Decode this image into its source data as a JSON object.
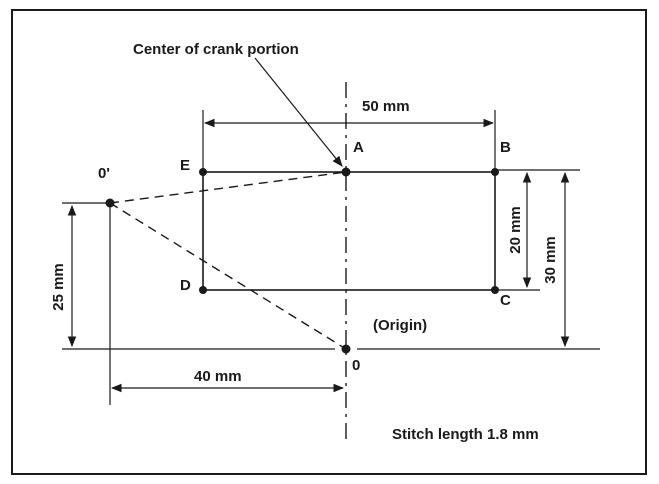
{
  "title": "Center of crank portion",
  "dimensions": {
    "width_label": "50 mm",
    "height_label": "20 mm",
    "total_height_label": "30 mm",
    "offset_y_label": "25 mm",
    "offset_x_label": "40 mm"
  },
  "points": {
    "a": "A",
    "b": "B",
    "c": "C",
    "d": "D",
    "e": "E",
    "origin": "0",
    "origin_prime": "0'"
  },
  "origin_note": "(Origin)",
  "stitch_note": "Stitch length 1.8 mm"
}
